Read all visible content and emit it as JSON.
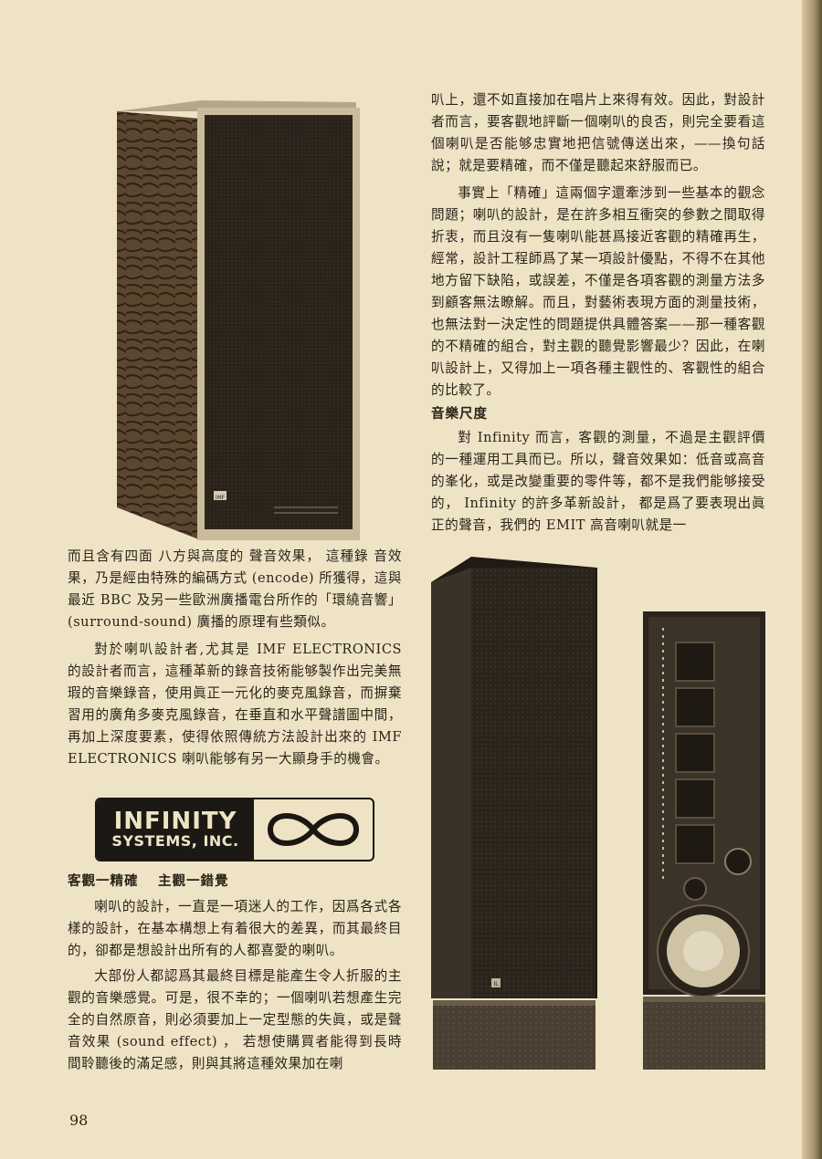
{
  "page_number": "98",
  "speaker1_badge": "IMF",
  "speaker2_badge": "IL",
  "logo": {
    "line1": "INFINITY",
    "line2": "SYSTEMS, INC."
  },
  "left_column": {
    "p1": "而且含有四面 八方與高度的 聲音效果， 這種錄 音效果，乃是經由特殊的編碼方式 (encode) 所獲得，這與最近 BBC 及另一些歐洲廣播電台所作的「環繞音響」 (surround-sound) 廣播的原理有些類似。",
    "p2": "對於喇叭設計者,尤其是 IMF ELECTRONICS 的設計者而言，這種革新的錄音技術能够製作出完美無瑕的音樂錄音，使用眞正一元化的麥克風錄音，而摒棄習用的廣角多麥克風錄音，在垂直和水平聲譜圖中間，再加上深度要素，使得依照傳統方法設計出來的 IMF ELECTRONICS 喇叭能够有另一大顯身手的機會。",
    "heading": "客觀一精確　 主觀一錯覺",
    "p3": "喇叭的設計，一直是一項迷人的工作，因爲各式各樣的設計，在基本構想上有着很大的差異，而其最終目的，卻都是想設計出所有的人都喜愛的喇叭。",
    "p4": "大部份人都認爲其最終目標是能產生令人折服的主觀的音樂感覺。可是，很不幸的；一個喇叭若想產生完全的自然原音，則必須要加上一定型態的失眞，或是聲音效果 (sound effect) ， 若想使購買者能得到長時間聆聽後的滿足感，則與其將這種效果加在喇"
  },
  "right_column": {
    "p1": "叭上，還不如直接加在唱片上來得有效。因此，對設計者而言，要客觀地評斷一個喇叭的良否，則完全要看這個喇叭是否能够忠實地把信號傳送出來，——換句話說；就是要精確，而不僅是聽起來舒服而已。",
    "p2": "事實上「精確」這兩個字還牽涉到一些基本的觀念問題；喇叭的設計，是在許多相互衝突的參數之間取得折衷，而且沒有一隻喇叭能甚爲接近客觀的精確再生，經常，設計工程師爲了某一項設計優點，不得不在其他地方留下缺陷，或誤差，不僅是各項客觀的測量方法多到顧客無法瞭解。而且，對藝術表現方面的測量技術，也無法對一決定性的問題提供具體答案——那一種客觀的不精確的組合，對主觀的聽覺影響最少？因此，在喇叭設計上，又得加上一項各種主觀性的、客觀性的組合的比較了。",
    "heading": "音樂尺度",
    "p3": "對 Infinity 而言，客觀的測量，不過是主觀評價的一種運用工具而已。所以，聲音效果如：低音或高音的峯化，或是改變重要的零件等，都不是我們能够接受的， Infinity 的許多革新設計， 都是爲了要表現出眞正的聲音，我們的 EMIT 高音喇叭就是一"
  }
}
